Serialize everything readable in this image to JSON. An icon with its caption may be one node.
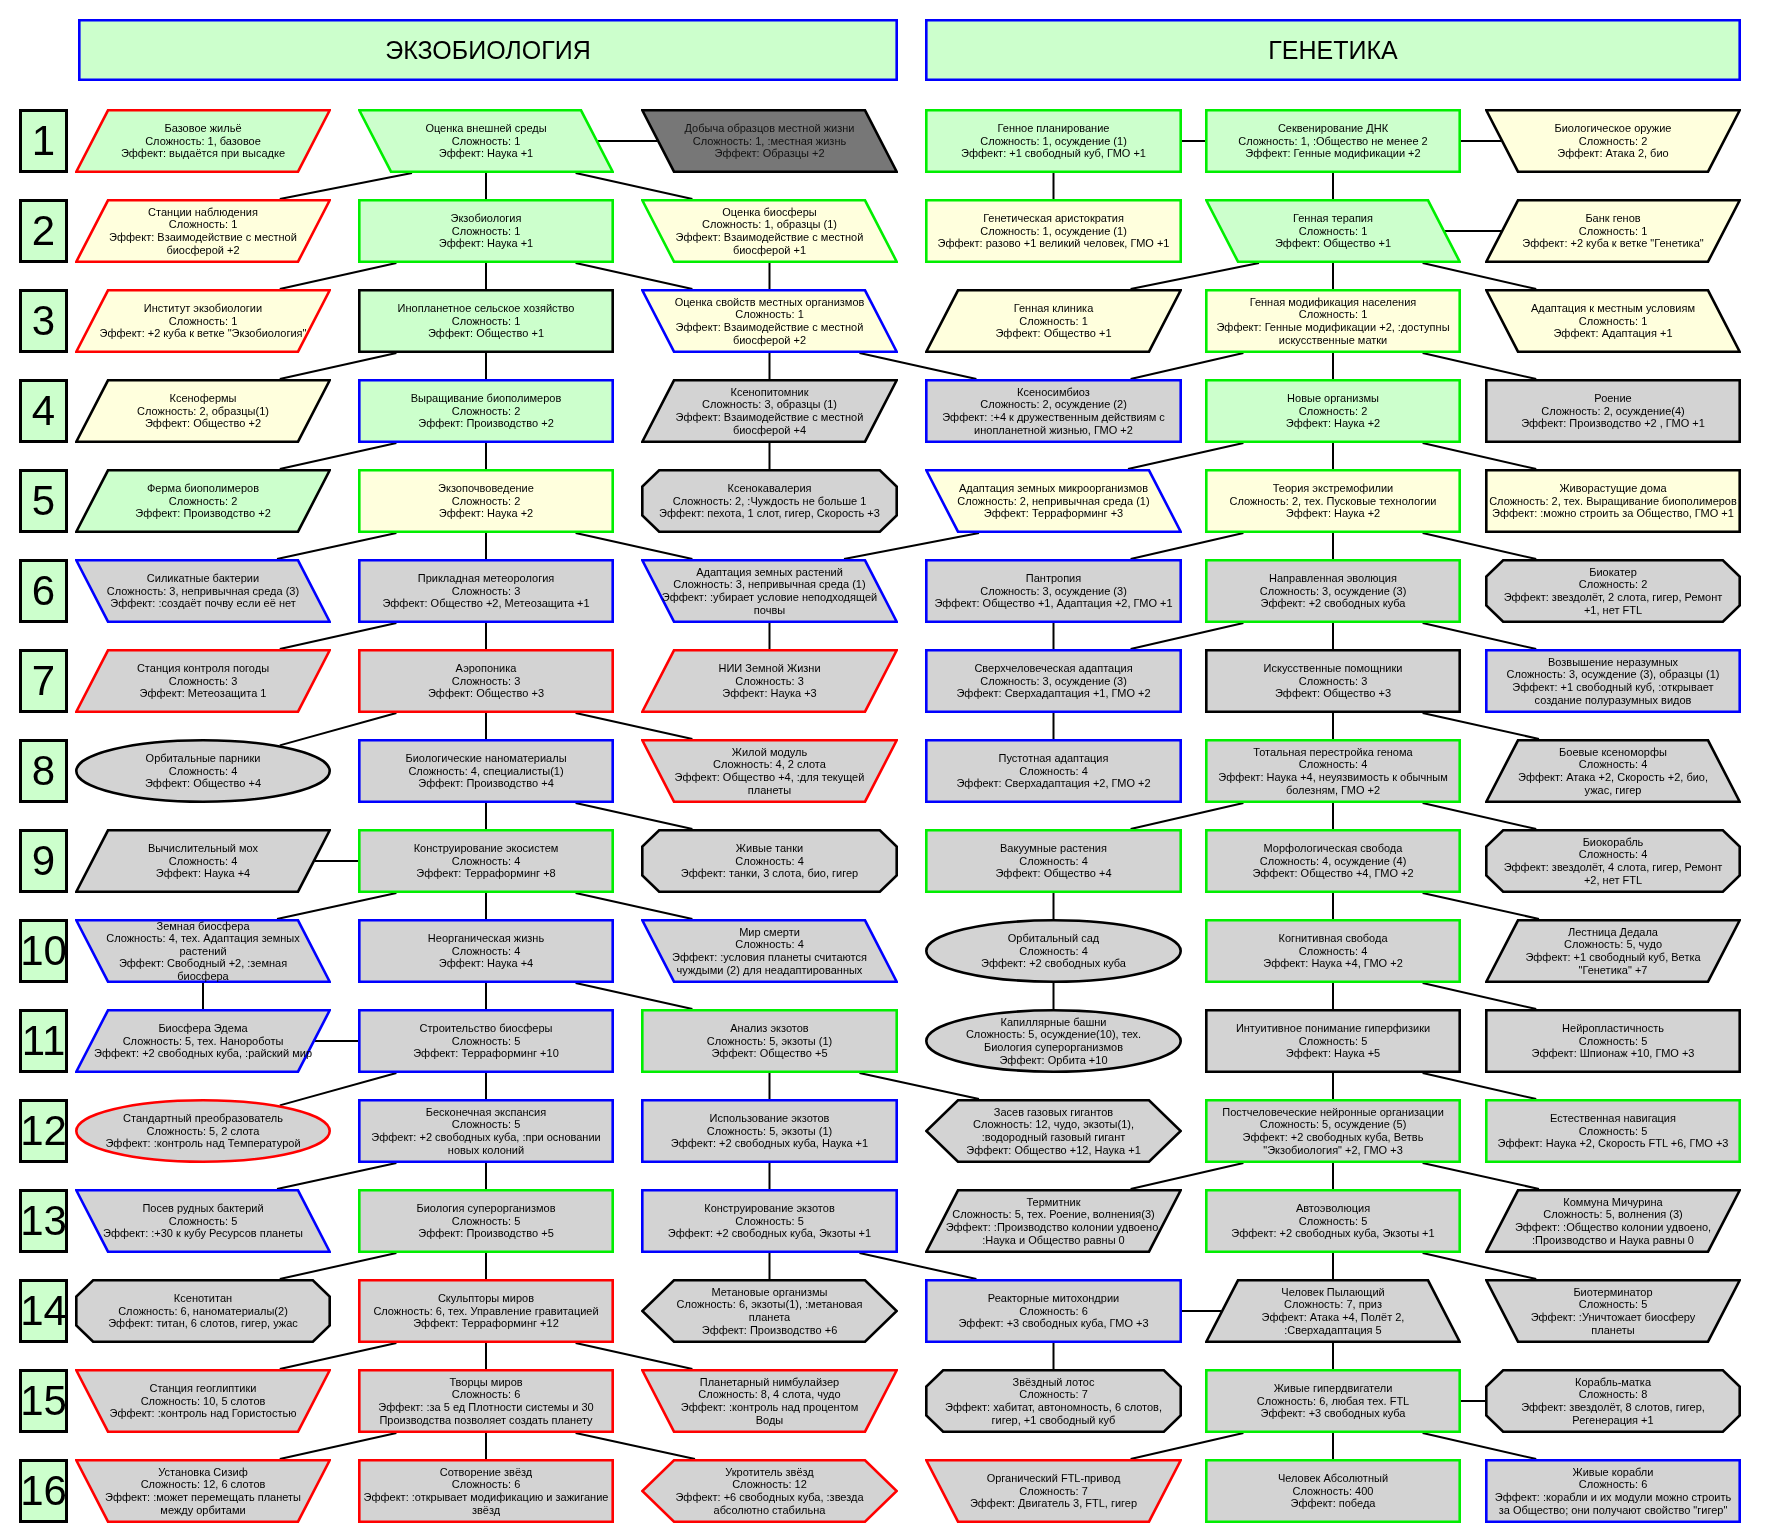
{
  "diagram": {
    "nodes": [
      {
        "text": [
          "ЭКЗОБИОЛОГИЯ"
        ]
      },
      {
        "text": [
          "ГЕНЕТИКА"
        ]
      },
      {
        "text": [
          "1"
        ]
      },
      {
        "text": [
          "Базовое жильё",
          "Сложность: 1, базовое",
          "Эффект: выдаётся при высадке"
        ]
      },
      {
        "text": [
          "Оценка внешней среды",
          "Сложность: 1",
          "Эффект: Наука +1"
        ]
      },
      {
        "text": [
          "Добыча образцов местной жизни",
          "Сложность: 1, :местная жизнь",
          "Эффект: Образцы +2"
        ]
      },
      {
        "text": [
          "Генное планирование",
          "Сложность: 1, осуждение (1)",
          "Эффект: +1 свободный куб, ГМО +1"
        ]
      },
      {
        "text": [
          "Секвенирование ДНК",
          "Сложность: 1, :Общество не менее 2",
          "Эффект: Генные модификации +2"
        ]
      },
      {
        "text": [
          "Биологическое оружие",
          "Сложность: 2",
          "Эффект: Атака 2, био"
        ]
      },
      {
        "text": [
          "2"
        ]
      },
      {
        "text": [
          "Станции наблюдения",
          "Сложность: 1",
          "Эффект: Взаимодействие с местной биосферой +2"
        ]
      },
      {
        "text": [
          "Экзобиология",
          "Сложность: 1",
          "Эффект: Наука +1"
        ]
      },
      {
        "text": [
          "Оценка биосферы",
          "Сложность: 1, образцы (1)",
          "Эффект: Взаимодействие с местной биосферой +1"
        ]
      },
      {
        "text": [
          "Генетическая аристократия",
          "Сложность: 1, осуждение (1)",
          "Эффект: разово +1 великий человек, ГМО +1"
        ]
      },
      {
        "text": [
          "Генная терапия",
          "Сложность: 1",
          "Эффект: Общество +1"
        ]
      },
      {
        "text": [
          "Банк генов",
          "Сложность: 1",
          "Эффект: +2 куба к ветке \"Генетика\""
        ]
      },
      {
        "text": [
          "3"
        ]
      },
      {
        "text": [
          "Институт экзобиологии",
          "Сложность: 1",
          "Эффект: +2 куба к ветке \"Экзобиология\""
        ]
      },
      {
        "text": [
          "Инопланетное сельское хозяйство",
          "Сложность: 1",
          "Эффект: Общество +1"
        ]
      },
      {
        "text": [
          "Оценка свойств местных организмов",
          "Сложность: 1",
          "Эффект: Взаимодействие с местной биосферой +2"
        ]
      },
      {
        "text": [
          "Генная клиника",
          "Сложность: 1",
          "Эффект: Общество +1"
        ]
      },
      {
        "text": [
          "Генная модификация населения",
          "Сложность: 1",
          "Эффект: Генные модификации +2, :доступны искусственные матки"
        ]
      },
      {
        "text": [
          "Адаптация к местным условиям",
          "Сложность: 1",
          "Эффект: Адаптация +1"
        ]
      },
      {
        "text": [
          "4"
        ]
      },
      {
        "text": [
          "Ксенофермы",
          "Сложность: 2, образцы(1)",
          "Эффект: Общество +2"
        ]
      },
      {
        "text": [
          "Выращивание биополимеров",
          "Сложность: 2",
          "Эффект: Производство +2"
        ]
      },
      {
        "text": [
          "Ксенопитомник",
          "Сложность: 3, образцы (1)",
          "Эффект: Взаимодействие с местной биосферой +4"
        ]
      },
      {
        "text": [
          "Ксеносимбиоз",
          "Сложность: 2, осуждение (2)",
          "Эффект: :+4 к дружественным действиям с инопланетной жизнью, ГМО +2"
        ]
      },
      {
        "text": [
          "Новые организмы",
          "Сложность: 2",
          "Эффект: Наука +2"
        ]
      },
      {
        "text": [
          "Роение",
          "Сложность: 2, осуждение(4)",
          "Эффект: Производство +2 , ГМО +1"
        ]
      },
      {
        "text": [
          "5"
        ]
      },
      {
        "text": [
          "Ферма биополимеров",
          "Сложность: 2",
          "Эффект: Производство +2"
        ]
      },
      {
        "text": [
          "Экзопочвоведение",
          "Сложность: 2",
          "Эффект: Наука +2"
        ]
      },
      {
        "text": [
          "Ксенокавалерия",
          "Сложность: 2, :Чуждость не больше 1",
          "Эффект: пехота, 1 слот, гигер, Скорость +3"
        ]
      },
      {
        "text": [
          "Адаптация земных микроорганизмов",
          "Сложность: 2, непривычная среда (1)",
          "Эффект: Терраформинг +3"
        ]
      },
      {
        "text": [
          "Теория экстремофилии",
          "Сложность: 2, тех. Пусковые технологии",
          "Эффект: Наука +2"
        ]
      },
      {
        "text": [
          "Живорастущие дома",
          "Сложность: 2, тех. Выращивание биополимеров",
          "Эффект: :можно строить за Общество, ГМО +1"
        ]
      },
      {
        "text": [
          "6"
        ]
      },
      {
        "text": [
          "Силикатные бактерии",
          "Сложность: 3, непривычная среда (3)",
          "Эффект: :создаёт почву если её нет"
        ]
      },
      {
        "text": [
          "Прикладная метеорология",
          "Сложность: 3",
          "Эффект: Общество +2, Метеозащита +1"
        ]
      },
      {
        "text": [
          "Адаптация земных растений",
          "Сложность: 3, непривычная среда (1)",
          "Эффект: :убирает условие неподходящей почвы"
        ]
      },
      {
        "text": [
          "Пантропия",
          "Сложность: 3, осуждение (3)",
          "Эффект: Общество +1, Адаптация +2, ГМО +1"
        ]
      },
      {
        "text": [
          "Направленная эволюция",
          "Сложность: 3, осуждение (3)",
          "Эффект: +2 свободных куба"
        ]
      },
      {
        "text": [
          "Биокатер",
          "Сложность: 2",
          "Эффект: звездолёт, 2 слота, гигер, Ремонт +1, нет FTL"
        ]
      },
      {
        "text": [
          "7"
        ]
      },
      {
        "text": [
          "Станция контроля погоды",
          "Сложность: 3",
          "Эффект: Метеозащита 1"
        ]
      },
      {
        "text": [
          "Аэропоника",
          "Сложность: 3",
          "Эффект: Общество +3"
        ]
      },
      {
        "text": [
          "НИИ Земной Жизни",
          "Сложность: 3",
          "Эффект: Наука +3"
        ]
      },
      {
        "text": [
          "Сверхчеловеческая адаптация",
          "Сложность: 3, осуждение (3)",
          "Эффект: Сверхадаптация +1, ГМО +2"
        ]
      },
      {
        "text": [
          "Искусственные помощники",
          "Сложность: 3",
          "Эффект: Общество +3"
        ]
      },
      {
        "text": [
          "Возвышение неразумных",
          "Сложность: 3, осуждение (3), образцы (1)",
          "Эффект: +1 свободный куб, :открывает создание полуразумных видов"
        ]
      },
      {
        "text": [
          "8"
        ]
      },
      {
        "text": [
          "Орбитальные парники",
          "Сложность: 4",
          "Эффект: Общество +4"
        ]
      },
      {
        "text": [
          "Биологические наноматериалы",
          "Сложность: 4, специалисты(1)",
          "Эффект: Производство +4"
        ]
      },
      {
        "text": [
          "Жилой модуль",
          "Сложность: 4, 2 слота",
          "Эффект: Общество +4, :для текущей планеты"
        ]
      },
      {
        "text": [
          "Пустотная адаптация",
          "Сложность: 4",
          "Эффект: Сверхадаптация +2, ГМО +2"
        ]
      },
      {
        "text": [
          "Тотальная перестройка генома",
          "Сложность: 4",
          "Эффект: Наука +4, неуязвимость к обычным болезням, ГМО +2"
        ]
      },
      {
        "text": [
          "Боевые ксеноморфы",
          "Сложность: 4",
          "Эффект: Атака +2, Скорость +2, био, ужас, гигер"
        ]
      },
      {
        "text": [
          "9"
        ]
      },
      {
        "text": [
          "Вычислительный мох",
          "Сложность: 4",
          "Эффект: Наука +4"
        ]
      },
      {
        "text": [
          "Конструирование экосистем",
          "Сложность: 4",
          "Эффект: Терраформинг +8"
        ]
      },
      {
        "text": [
          "Живые танки",
          "Сложность: 4",
          "Эффект: танки, 3 слота, био, гигер"
        ]
      },
      {
        "text": [
          "Вакуумные растения",
          "Сложность: 4",
          "Эффект: Общество +4"
        ]
      },
      {
        "text": [
          "Морфологическая свобода",
          "Сложность: 4, осуждение (4)",
          "Эффект: Общество +4, ГМО +2"
        ]
      },
      {
        "text": [
          "Биокорабль",
          "Сложность: 4",
          "Эффект: звездолёт, 4 слота, гигер, Ремонт +2, нет FTL"
        ]
      },
      {
        "text": [
          "10"
        ]
      },
      {
        "text": [
          "Земная биосфера",
          "Сложность: 4, тех. Адаптация земных растений",
          "Эффект: Свободный +2, :земная биосфера"
        ]
      },
      {
        "text": [
          "Неорганическая жизнь",
          "Сложность: 4",
          "Эффект: Наука +4"
        ]
      },
      {
        "text": [
          "Мир смерти",
          "Сложность: 4",
          "Эффект: :условия планеты считаются чуждыми (2) для неадаптированных"
        ]
      },
      {
        "text": [
          "Орбитальный сад",
          "Сложность: 4",
          "Эффект: +2 свободных куба"
        ]
      },
      {
        "text": [
          "Когнитивная свобода",
          "Сложность: 4",
          "Эффект: Наука +4, ГМО +2"
        ]
      },
      {
        "text": [
          "Лестница Дедала",
          "Сложность: 5, чудо",
          "Эффект: +1 свободный куб, Ветка \"Генетика\" +7"
        ]
      },
      {
        "text": [
          "11"
        ]
      },
      {
        "text": [
          "Биосфера Эдема",
          "Сложность: 5, тех. Нанороботы",
          "Эффект: +2 свободных куба, :райский мир"
        ]
      },
      {
        "text": [
          "Строительство биосферы",
          "Сложность: 5",
          "Эффект: Терраформинг +10"
        ]
      },
      {
        "text": [
          "Анализ экзотов",
          "Сложность: 5, экзоты (1)",
          "Эффект: Общество +5"
        ]
      },
      {
        "text": [
          "Капиллярные башни",
          "Сложность: 5, осуждение(10), тех. Биология суперорганизмов",
          "Эффект: Орбита +10"
        ]
      },
      {
        "text": [
          "Интуитивное понимание гиперфизики",
          "Сложность: 5",
          "Эффект: Наука +5"
        ]
      },
      {
        "text": [
          "Нейропластичность",
          "Сложность: 5",
          "Эффект: Шпионаж +10, ГМО +3"
        ]
      },
      {
        "text": [
          "12"
        ]
      },
      {
        "text": [
          "Стандартный преобразователь",
          "Сложность: 5, 2 слота",
          "Эффект: :контроль над Температурой"
        ]
      },
      {
        "text": [
          "Бесконечная экспансия",
          "Сложность: 5",
          "Эффект: +2 свободных куба, :при основании новых колоний"
        ]
      },
      {
        "text": [
          "Использование экзотов",
          "Сложность: 5, экзоты (1)",
          "Эффект: +2 свободных куба, Наука +1"
        ]
      },
      {
        "text": [
          "Засев газовых гигантов",
          "Сложность: 12, чудо, экзоты(1), :водородный газовый гигант",
          "Эффект: Общество +12, Наука +1"
        ]
      },
      {
        "text": [
          "Постчеловеческие нейронные организации",
          "Сложность: 5, осуждение (5)",
          "Эффект: +2 свободных куба, Ветвь \"Экзобиология\" +2, ГМО +3"
        ]
      },
      {
        "text": [
          "Естественная навигация",
          "Сложность: 5",
          "Эффект: Наука +2, Скорость FTL +6, ГМО +3"
        ]
      },
      {
        "text": [
          "13"
        ]
      },
      {
        "text": [
          "Посев рудных бактерий",
          "Сложность: 5",
          "Эффект: :+30 к кубу Ресурсов планеты"
        ]
      },
      {
        "text": [
          "Биология суперорганизмов",
          "Сложность: 5",
          "Эффект: Производство +5"
        ]
      },
      {
        "text": [
          "Конструирование экзотов",
          "Сложность: 5",
          "Эффект: +2 свободных куба, Экзоты +1"
        ]
      },
      {
        "text": [
          "Термитник",
          "Сложность: 5, тех. Роение, волнения(3)",
          "Эффект: :Производство колонии удвоено, :Наука и Общество равны 0"
        ]
      },
      {
        "text": [
          "Автоэволюция",
          "Сложность: 5",
          "Эффект: +2 свободных куба, Экзоты +1"
        ]
      },
      {
        "text": [
          "Коммуна Мичурина",
          "Сложность: 5, волнения (3)",
          "Эффект: :Общество колонии удвоено, :Производство и Наука равны 0"
        ]
      },
      {
        "text": [
          "14"
        ]
      },
      {
        "text": [
          "Ксенотитан",
          "Сложность: 6, наноматериалы(2)",
          "Эффект: титан, 6 слотов, гигер, ужас"
        ]
      },
      {
        "text": [
          "Скульпторы миров",
          "Сложность: 6, тех. Управление гравитацией",
          "Эффект: Терраформинг +12"
        ]
      },
      {
        "text": [
          "Метановые организмы",
          "Сложность: 6, экзоты(1), :метановая планета",
          "Эффект: Производство +6"
        ]
      },
      {
        "text": [
          "Реакторные митохондрии",
          "Сложность: 6",
          "Эффект: +3 свободных куба, ГМО +3"
        ]
      },
      {
        "text": [
          "Человек Пылающий",
          "Сложность: 7, приз",
          "Эффект: Атака +4, Полёт 2, :Сверхадаптация 5"
        ]
      },
      {
        "text": [
          "Биотерминатор",
          "Сложность: 5",
          "Эффект: :Уничтожает биосферу планеты"
        ]
      },
      {
        "text": [
          "15"
        ]
      },
      {
        "text": [
          "Станция геоглиптики",
          "Сложность: 10, 5 слотов",
          "Эффект: :контроль над Гористостью"
        ]
      },
      {
        "text": [
          "Творцы миров",
          "Сложность: 6",
          "Эффект: :за 5 ед Плотности системы и 30 Производства позволяет создать планету"
        ]
      },
      {
        "text": [
          "Планетарный нимбулайзер",
          "Сложность: 8, 4 слота, чудо",
          "Эффект: :контроль над процентом Воды"
        ]
      },
      {
        "text": [
          "Звёздный лотос",
          "Сложность: 7",
          "Эффект: хабитат, автономность, 6 слотов, гигер, +1 свободный куб"
        ]
      },
      {
        "text": [
          "Живые гипердвигатели",
          "Сложность: 6, любая тех. FTL",
          "Эффект: +3 свободных куба"
        ]
      },
      {
        "text": [
          "Корабль-матка",
          "Сложность: 8",
          "Эффект: звездолёт, 8 слотов, гигер, Регенерация +1"
        ]
      },
      {
        "text": [
          "16"
        ]
      },
      {
        "text": [
          "Установка Сизиф",
          "Сложность: 12, 6 слотов",
          "Эффект: :может перемещать планеты между орбитами"
        ]
      },
      {
        "text": [
          "Сотворение звёзд",
          "Сложность: 6",
          "Эффект: :открывает модификацию и зажигание звёзд"
        ]
      },
      {
        "text": [
          "Укротитель звёзд",
          "Сложность: 12",
          "Эффект: +6 свободных куба, :звезда абсолютно стабильна"
        ]
      },
      {
        "text": [
          "Органический FTL-привод",
          "Сложность: 7",
          "Эффект: Двигатель 3, FTL, гигер"
        ]
      },
      {
        "text": [
          "Человек Абсолютный",
          "Сложность: 400",
          "Эффект: победа"
        ]
      },
      {
        "text": [
          "Живые корабли",
          "Сложность: 6",
          "Эффект: :корабли и их модули можно строить за Общество; они получают свойство \"гигер\""
        ]
      }
    ],
    "edges": [
      {
        "from": 4,
        "to": 5,
        "arrow": "none"
      },
      {
        "from": 4,
        "to": 10,
        "arrow": "none"
      },
      {
        "from": 4,
        "to": 11,
        "arrow": "none"
      },
      {
        "from": 4,
        "to": 12,
        "arrow": "none"
      },
      {
        "from": 6,
        "to": 7,
        "arrow": "none"
      },
      {
        "from": 7,
        "to": 8,
        "arrow": "none"
      },
      {
        "from": 6,
        "to": 13,
        "arrow": "none"
      },
      {
        "from": 7,
        "to": 14,
        "arrow": "none"
      },
      {
        "from": 11,
        "to": 17,
        "arrow": "none"
      },
      {
        "from": 11,
        "to": 18,
        "arrow": "none"
      },
      {
        "from": 11,
        "to": 19,
        "arrow": "none"
      },
      {
        "from": 12,
        "to": 19,
        "arrow": "none"
      },
      {
        "from": 14,
        "to": 15,
        "arrow": "none"
      },
      {
        "from": 14,
        "to": 20,
        "arrow": "none"
      },
      {
        "from": 14,
        "to": 21,
        "arrow": "none"
      },
      {
        "from": 14,
        "to": 22,
        "arrow": "none"
      },
      {
        "from": 18,
        "to": 24,
        "arrow": "none"
      },
      {
        "from": 18,
        "to": 25,
        "arrow": "none"
      },
      {
        "from": 19,
        "to": 26,
        "arrow": "none"
      },
      {
        "from": 19,
        "to": 27,
        "arrow": "none"
      },
      {
        "from": 21,
        "to": 27,
        "arrow": "none"
      },
      {
        "from": 21,
        "to": 28,
        "arrow": "none"
      },
      {
        "from": 21,
        "to": 29,
        "arrow": "none"
      },
      {
        "from": 25,
        "to": 31,
        "arrow": "none"
      },
      {
        "from": 25,
        "to": 32,
        "arrow": "none"
      },
      {
        "from": 26,
        "to": 33,
        "arrow": "none"
      },
      {
        "from": 28,
        "to": 34,
        "arrow": "none"
      },
      {
        "from": 28,
        "to": 35,
        "arrow": "none"
      },
      {
        "from": 28,
        "to": 36,
        "arrow": "none"
      },
      {
        "from": 32,
        "to": 38,
        "arrow": "none"
      },
      {
        "from": 32,
        "to": 39,
        "arrow": "none"
      },
      {
        "from": 32,
        "to": 40,
        "arrow": "none"
      },
      {
        "from": 34,
        "to": 40,
        "arrow": "none"
      },
      {
        "from": 35,
        "to": 41,
        "arrow": "none"
      },
      {
        "from": 35,
        "to": 42,
        "arrow": "none"
      },
      {
        "from": 35,
        "to": 43,
        "arrow": "none"
      },
      {
        "from": 39,
        "to": 45,
        "arrow": "none"
      },
      {
        "from": 39,
        "to": 46,
        "arrow": "none"
      },
      {
        "from": 40,
        "to": 47,
        "arrow": "none"
      },
      {
        "from": 41,
        "to": 48,
        "arrow": "none"
      },
      {
        "from": 42,
        "to": 48,
        "arrow": "none"
      },
      {
        "from": 42,
        "to": 49,
        "arrow": "none"
      },
      {
        "from": 42,
        "to": 50,
        "arrow": "none"
      },
      {
        "from": 46,
        "to": 52,
        "arrow": "none"
      },
      {
        "from": 46,
        "to": 53,
        "arrow": "none"
      },
      {
        "from": 46,
        "to": 54,
        "arrow": "none"
      },
      {
        "from": 48,
        "to": 55,
        "arrow": "none"
      },
      {
        "from": 49,
        "to": 56,
        "arrow": "none"
      },
      {
        "from": 49,
        "to": 57,
        "arrow": "none"
      },
      {
        "from": 53,
        "to": 60,
        "arrow": "none"
      },
      {
        "from": 53,
        "to": 61,
        "arrow": "none"
      },
      {
        "from": 59,
        "to": 60,
        "arrow": "none"
      },
      {
        "from": 56,
        "to": 62,
        "arrow": "none"
      },
      {
        "from": 56,
        "to": 63,
        "arrow": "none"
      },
      {
        "from": 56,
        "to": 64,
        "arrow": "none"
      },
      {
        "from": 60,
        "to": 66,
        "arrow": "none"
      },
      {
        "from": 60,
        "to": 67,
        "arrow": "none"
      },
      {
        "from": 60,
        "to": 68,
        "arrow": "none"
      },
      {
        "from": 62,
        "to": 69,
        "arrow": "none"
      },
      {
        "from": 63,
        "to": 70,
        "arrow": "none"
      },
      {
        "from": 63,
        "to": 71,
        "arrow": "none"
      },
      {
        "from": 66,
        "to": 73,
        "arrow": "none"
      },
      {
        "from": 67,
        "to": 74,
        "arrow": "none"
      },
      {
        "from": 67,
        "to": 75,
        "arrow": "none"
      },
      {
        "from": 69,
        "to": 76,
        "arrow": "none"
      },
      {
        "from": 70,
        "to": 77,
        "arrow": "none"
      },
      {
        "from": 70,
        "to": 78,
        "arrow": "none"
      },
      {
        "from": 73,
        "to": 74,
        "arrow": "none"
      },
      {
        "from": 74,
        "to": 80,
        "arrow": "none"
      },
      {
        "from": 74,
        "to": 81,
        "arrow": "none"
      },
      {
        "from": 75,
        "to": 82,
        "arrow": "none"
      },
      {
        "from": 75,
        "to": 83,
        "arrow": "none"
      },
      {
        "from": 77,
        "to": 84,
        "arrow": "none"
      },
      {
        "from": 77,
        "to": 85,
        "arrow": "none"
      },
      {
        "from": 81,
        "to": 87,
        "arrow": "none"
      },
      {
        "from": 81,
        "to": 88,
        "arrow": "none"
      },
      {
        "from": 82,
        "to": 89,
        "arrow": "none"
      },
      {
        "from": 84,
        "to": 90,
        "arrow": "none"
      },
      {
        "from": 84,
        "to": 91,
        "arrow": "none"
      },
      {
        "from": 84,
        "to": 92,
        "arrow": "none"
      },
      {
        "from": 88,
        "to": 94,
        "arrow": "none"
      },
      {
        "from": 88,
        "to": 95,
        "arrow": "none"
      },
      {
        "from": 89,
        "to": 96,
        "arrow": "none"
      },
      {
        "from": 89,
        "to": 97,
        "arrow": "none"
      },
      {
        "from": 91,
        "to": 98,
        "arrow": "none"
      },
      {
        "from": 91,
        "to": 99,
        "arrow": "none"
      },
      {
        "from": 97,
        "to": 98,
        "arrow": "none"
      },
      {
        "from": 97,
        "to": 104,
        "arrow": "none"
      },
      {
        "from": 98,
        "to": 105,
        "arrow": "none"
      },
      {
        "from": 95,
        "to": 101,
        "arrow": "none"
      },
      {
        "from": 95,
        "to": 102,
        "arrow": "none"
      },
      {
        "from": 95,
        "to": 103,
        "arrow": "none"
      },
      {
        "from": 105,
        "to": 106,
        "arrow": "none"
      },
      {
        "from": 102,
        "to": 108,
        "arrow": "none"
      },
      {
        "from": 102,
        "to": 109,
        "arrow": "none"
      },
      {
        "from": 102,
        "to": 110,
        "arrow": "none"
      },
      {
        "from": 105,
        "to": 111,
        "arrow": "none"
      },
      {
        "from": 105,
        "to": 112,
        "arrow": "none"
      },
      {
        "from": 105,
        "to": 113,
        "arrow": "none"
      }
    ]
  }
}
